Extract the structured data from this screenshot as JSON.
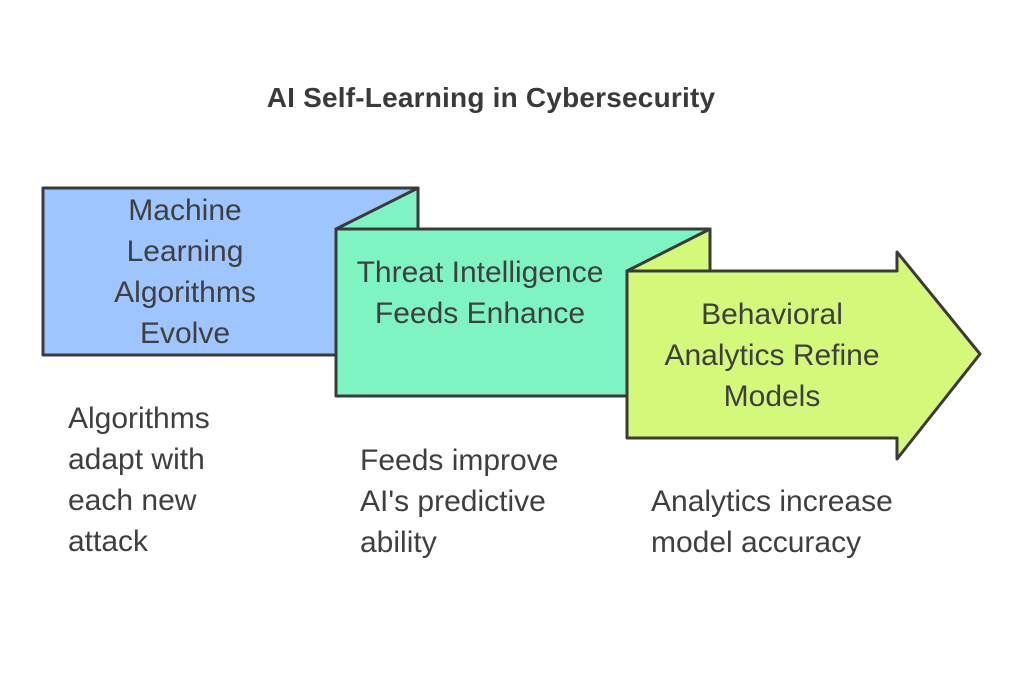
{
  "title": "AI Self-Learning in Cybersecurity",
  "stages": [
    {
      "label": "Machine Learning Algorithms Evolve",
      "description": "Algorithms adapt with each new attack",
      "color": "#9ec5fd"
    },
    {
      "label": "Threat Intelligence Feeds Enhance",
      "description": "Feeds improve AI's predictive ability",
      "color": "#7ff4c3"
    },
    {
      "label": "Behavioral Analytics Refine Models",
      "description": "Analytics increase model accuracy",
      "color": "#d4f97a"
    }
  ],
  "stroke_color": "#3a3a3a"
}
